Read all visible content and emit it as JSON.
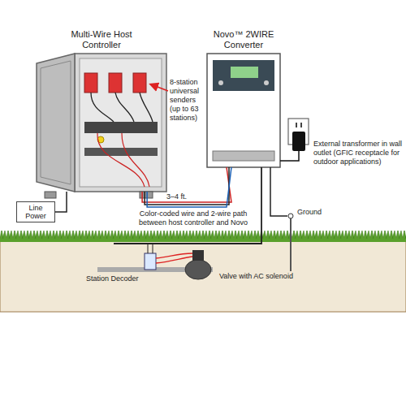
{
  "diagram": {
    "nodes": [
      {
        "text": [
          "Multi-Wire Host Controller"
        ]
      },
      {
        "text": [
          "Novo™ 2WIRE Converter"
        ]
      },
      {
        "text": [
          "Line Power"
        ]
      }
    ],
    "edges": [
      {
        "from": 0,
        "to": 1,
        "arrow": "none"
      },
      {
        "from": 0,
        "to": 2,
        "arrow": "none"
      }
    ],
    "labels": [
      "8-station universal senders (up to 63 stations)",
      "3–4 ft.",
      "Color-coded wire and 2-wire path between host controller and Novo",
      "External transformer in wall outlet (GFIC receptacle for outdoor applications)",
      "Ground",
      "Station Decoder",
      "Valve with AC solenoid"
    ]
  }
}
